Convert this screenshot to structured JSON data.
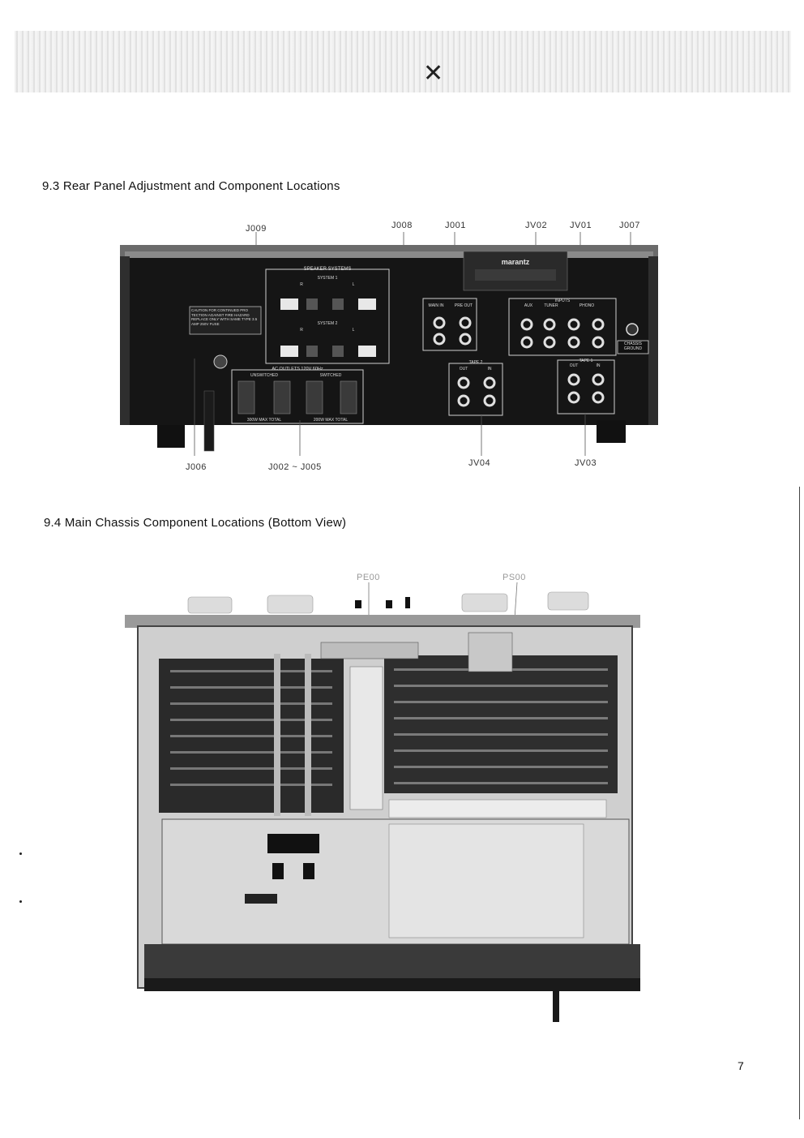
{
  "header_mark": "✕",
  "sections": {
    "rear": {
      "heading": "9.3  Rear Panel Adjustment and Component Locations",
      "callouts": {
        "j009": "J009",
        "j008": "J008",
        "j001": "J001",
        "jv02": "JV02",
        "jv01": "JV01",
        "j007": "J007",
        "j006": "J006",
        "j002_j005": "J002 ~ J005",
        "jv04": "JV04",
        "jv03": "JV03"
      },
      "panel_labels": {
        "speaker_systems": "SPEAKER SYSTEMS",
        "system1": "SYSTEM 1",
        "system2": "SYSTEM 2",
        "r": "R",
        "l": "L",
        "main_in": "MAIN IN",
        "pre_out": "PRE OUT",
        "inputs": "INPUTS",
        "aux": "AUX",
        "tuner": "TUNER",
        "phono": "PHONO",
        "chassis_ground": "CHASSIS GROUND",
        "ac_outlets": "AC OUTLETS 120V 60Hz",
        "unswitched": "UNSWITCHED",
        "switched": "SWITCHED",
        "max300": "300W MAX TOTAL",
        "max200": "200W MAX TOTAL",
        "tape2": "TAPE 2",
        "tape1": "TAPE 1",
        "out": "OUT",
        "in": "IN",
        "caution": "CAUTION FOR CONTINUED PRO TECTION AGAINST FIRE HAZARD REPLACE ONLY WITH SAME TYPE 3.5 AMP 250V FUSE",
        "brand": "marantz"
      }
    },
    "bottom": {
      "heading": "9.4  Main Chassis Component Locations (Bottom View)",
      "callouts": {
        "pe00": "PE00",
        "ps00": "PS00"
      }
    }
  },
  "page_number": "7"
}
